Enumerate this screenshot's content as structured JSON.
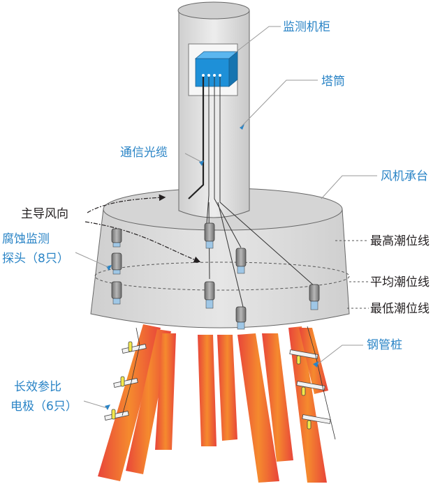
{
  "labels": {
    "cabinet": "监测机柜",
    "tower": "塔筒",
    "fiber": "通信光缆",
    "cap": "风机承台",
    "wind": "主导风向",
    "probe_line1": "腐蚀监测",
    "probe_line2": "探头（8只）",
    "high_tide": "最高潮位线",
    "mean_tide": "平均潮位线",
    "low_tide": "最低潮位线",
    "pile": "钢管桩",
    "electrode_line1": "长效参比",
    "electrode_line2": "电极（6只）"
  },
  "colors": {
    "label_blue": "#2a84c6",
    "label_black": "#231f20",
    "cabinet_blue": "#1e90d8",
    "pile_orange": "#f07c2a",
    "pile_red": "#e8453a",
    "concrete": "#d9d9d9"
  }
}
